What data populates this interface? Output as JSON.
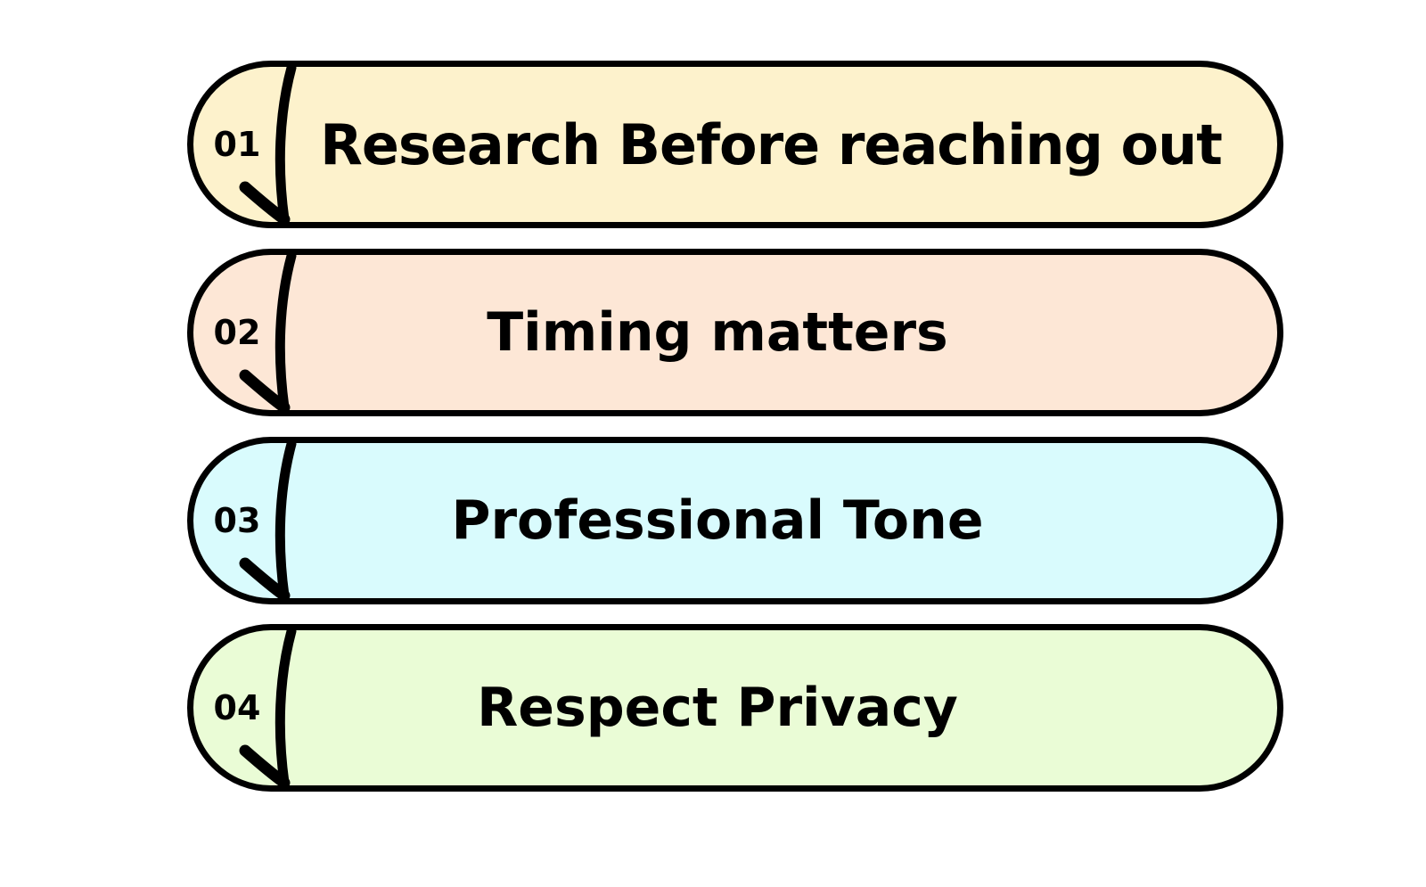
{
  "steps": [
    {
      "number": "01",
      "label": "Research Before reaching out",
      "color": "#fdf2cc"
    },
    {
      "number": "02",
      "label": "Timing matters",
      "color": "#fde7d6"
    },
    {
      "number": "03",
      "label": "Professional Tone",
      "color": "#d9fbfd"
    },
    {
      "number": "04",
      "label": "Respect Privacy",
      "color": "#eafcd6"
    }
  ],
  "colors": {
    "outline": "#000000",
    "text": "#000000"
  }
}
